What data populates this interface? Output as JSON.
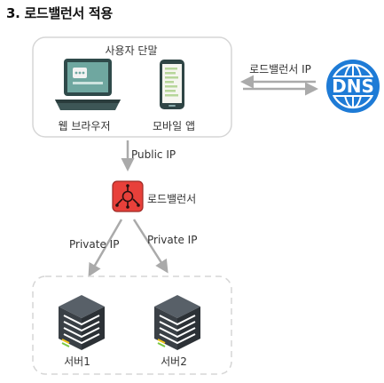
{
  "title": "3. 로드밸런서 적용",
  "user_terminal": {
    "group_label": "사용자 단말",
    "web_browser_label": "웹 브라우저",
    "mobile_app_label": "모바일 앱"
  },
  "dns": {
    "label": "DNS",
    "link_label": "로드밸런서 IP"
  },
  "load_balancer": {
    "label": "로드밸런서",
    "incoming_label": "Public IP"
  },
  "servers": {
    "link1_label": "Private IP",
    "link2_label": "Private IP",
    "server1_label": "서버1",
    "server2_label": "서버2"
  },
  "colors": {
    "dns_blue": "#1e7bd6",
    "lb_red": "#e8403a",
    "laptop_teal": "#3d6060",
    "server_dark": "#3c4248",
    "arrow_gray": "#aaaaaa",
    "group_border": "#d6d6d6"
  }
}
